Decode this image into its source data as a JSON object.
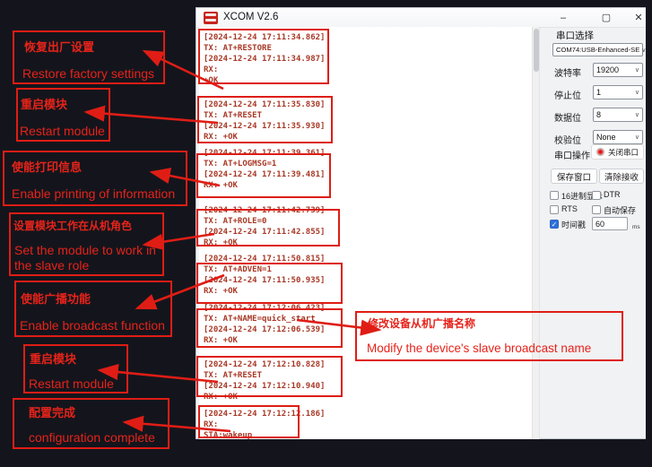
{
  "window": {
    "title": "XCOM V2.6"
  },
  "icons": {
    "logo": "alientek-logo",
    "minimize": "–",
    "maximize": "▢",
    "close": "✕",
    "chevron_down": "∨",
    "led": "red-led-dot",
    "check": "✓"
  },
  "colors": {
    "annotation_red": "#df1d15",
    "log_text_red": "#a83826",
    "log_box_red": "#dd1d12",
    "checkbox_blue": "#2f6fd8",
    "led_red": "#e31212",
    "desktop_dark": "#14151c"
  },
  "terminal": {
    "groups": [
      {
        "lines": [
          "[2024-12-24 17:11:34.862]",
          "TX: AT+RESTORE",
          "[2024-12-24 17:11:34.987]",
          "RX: ",
          "+OK"
        ]
      },
      {
        "lines": [
          "[2024-12-24 17:11:35.830]",
          "TX: AT+RESET",
          "[2024-12-24 17:11:35.930]",
          "RX: +OK"
        ]
      },
      {
        "lines": [
          "[2024-12-24 17:11:39.361]",
          "TX: AT+LOGMSG=1",
          "[2024-12-24 17:11:39.481]",
          "RX: +OK"
        ]
      },
      {
        "lines": [
          "[2024-12-24 17:11:42.739]",
          "TX: AT+ROLE=0",
          "[2024-12-24 17:11:42.855]",
          "RX: +OK"
        ]
      },
      {
        "lines": [
          "[2024-12-24 17:11:50.815]",
          "TX: AT+ADVEN=1",
          "[2024-12-24 17:11:50.935]",
          "RX: +OK"
        ]
      },
      {
        "lines": [
          "[2024-12-24 17:12:06.423]",
          "TX: AT+NAME=quick_start",
          "[2024-12-24 17:12:06.539]",
          "RX: +OK"
        ]
      },
      {
        "lines": [
          "[2024-12-24 17:12:10.828]",
          "TX: AT+RESET",
          "[2024-12-24 17:12:10.940]",
          "RX: +OK"
        ]
      },
      {
        "lines": [
          "[2024-12-24 17:12:12.186]",
          "RX: ",
          "STA:wakeup"
        ]
      }
    ]
  },
  "panel": {
    "port_section_label": "串口选择",
    "port_value": "COM74:USB-Enhanced-SE",
    "baud_label": "波特率",
    "baud_value": "19200",
    "stop_label": "停止位",
    "stop_value": "1",
    "data_label": "数据位",
    "data_value": "8",
    "parity_label": "校验位",
    "parity_value": "None",
    "op_label": "串口操作",
    "close_port_button": "关闭串口",
    "save_window_button": "保存窗口",
    "clear_receive_button": "清除接收",
    "hex_display_label": "16进制显示",
    "dtr_label": "DTR",
    "rts_label": "RTS",
    "auto_save_label": "自动保存",
    "timestamp_label": "时间戳",
    "timestamp_value": "60",
    "timestamp_unit": "ms"
  },
  "annotations": {
    "left": [
      {
        "zh": "恢复出厂设置",
        "en": "Restore factory settings"
      },
      {
        "zh": "重启模块",
        "en": "Restart module"
      },
      {
        "zh": "使能打印信息",
        "en": "Enable printing of information"
      },
      {
        "zh": "设置模块工作在从机角色",
        "en": "Set the module to work in the slave role"
      },
      {
        "zh": "使能广播功能",
        "en": "Enable broadcast function"
      },
      {
        "zh": "重启模块",
        "en": "Restart module"
      },
      {
        "zh": "配置完成",
        "en": "configuration complete"
      }
    ],
    "right": {
      "zh": "修改设备从机广播名称",
      "en": "Modify the device's slave broadcast name"
    }
  }
}
